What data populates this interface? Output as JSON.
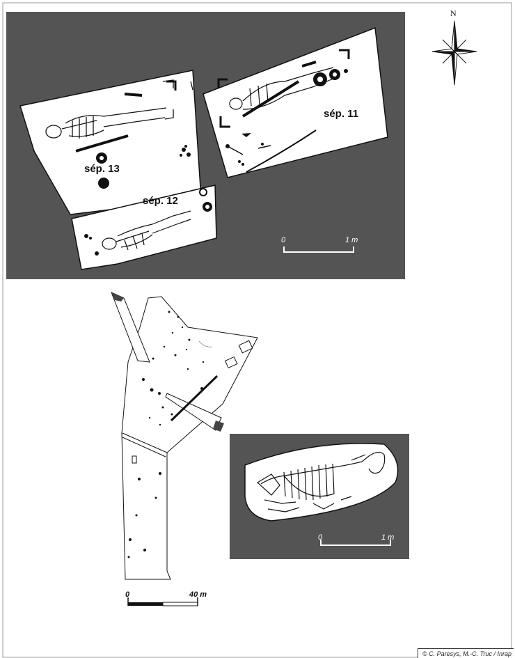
{
  "north_arrow": {
    "label": "N"
  },
  "burials_panel": {
    "labels": {
      "sep13": "sép. 13",
      "sep12": "sép. 12",
      "sep11": "sép. 11"
    },
    "scale": {
      "start": "0",
      "end": "1 m"
    }
  },
  "horse_panel": {
    "scale": {
      "start": "0",
      "end": "1 m"
    }
  },
  "site_plan": {
    "scale": {
      "start": "0",
      "end": "40 m"
    }
  },
  "credit": "© C. Paresys, M.-C. Truc / Inrap",
  "colors": {
    "panel_background": "#545454",
    "feature_white": "#ffffff",
    "ink": "#111111"
  }
}
